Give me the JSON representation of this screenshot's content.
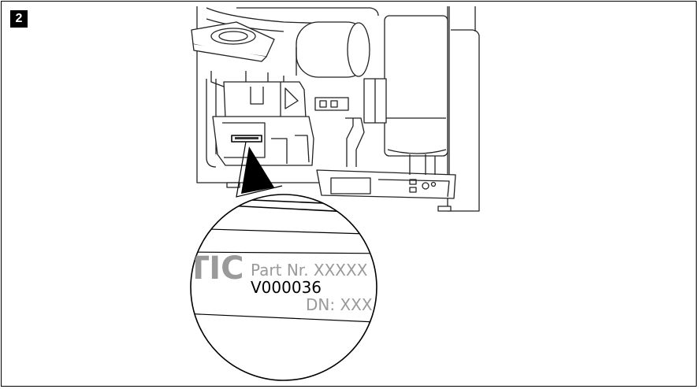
{
  "step": {
    "number": "2"
  },
  "label_zoom": {
    "brand_fragment": "TIC",
    "part_nr": "Part Nr. XXXXX",
    "serial": "V000036",
    "dn": "DN: XXX"
  }
}
